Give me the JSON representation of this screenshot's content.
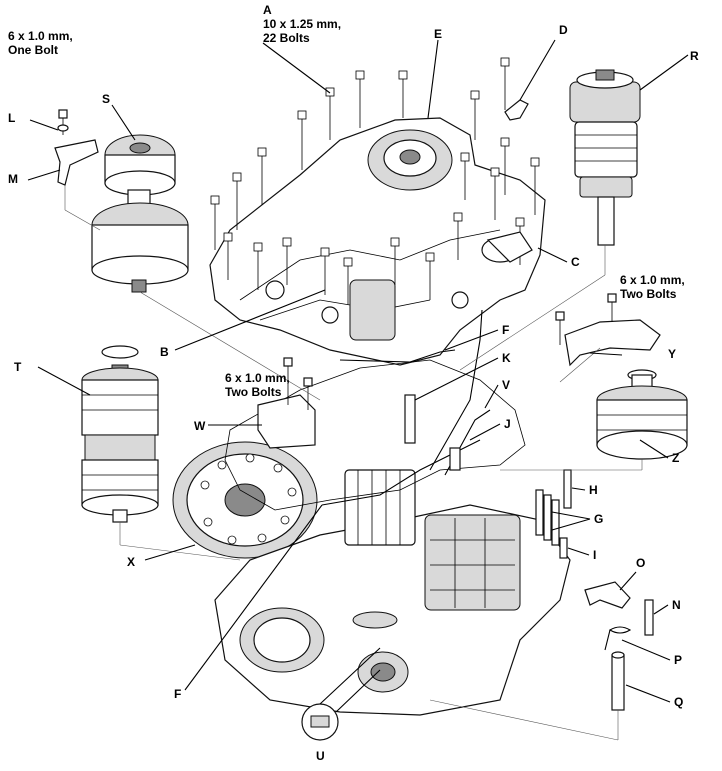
{
  "labels": {
    "A": "A",
    "B": "B",
    "C": "C",
    "D": "D",
    "E": "E",
    "F": "F",
    "G": "G",
    "H": "H",
    "I": "I",
    "J": "J",
    "K": "K",
    "L": "L",
    "M": "M",
    "N": "N",
    "O": "O",
    "P": "P",
    "Q": "Q",
    "R": "R",
    "S": "S",
    "T": "T",
    "U": "U",
    "V": "V",
    "W": "W",
    "X": "X",
    "Y": "Y",
    "Z": "Z"
  },
  "annotations": {
    "a_line1": "10 x 1.25 mm,",
    "a_line2": "22 Bolts",
    "l_line1": "6 x 1.0 mm,",
    "l_line2": "One Bolt",
    "y_line1": "6 x 1.0 mm,",
    "y_line2": "Two Bolts",
    "w_line1": "6 x 1.0 mm,",
    "w_line2": "Two Bolts"
  }
}
